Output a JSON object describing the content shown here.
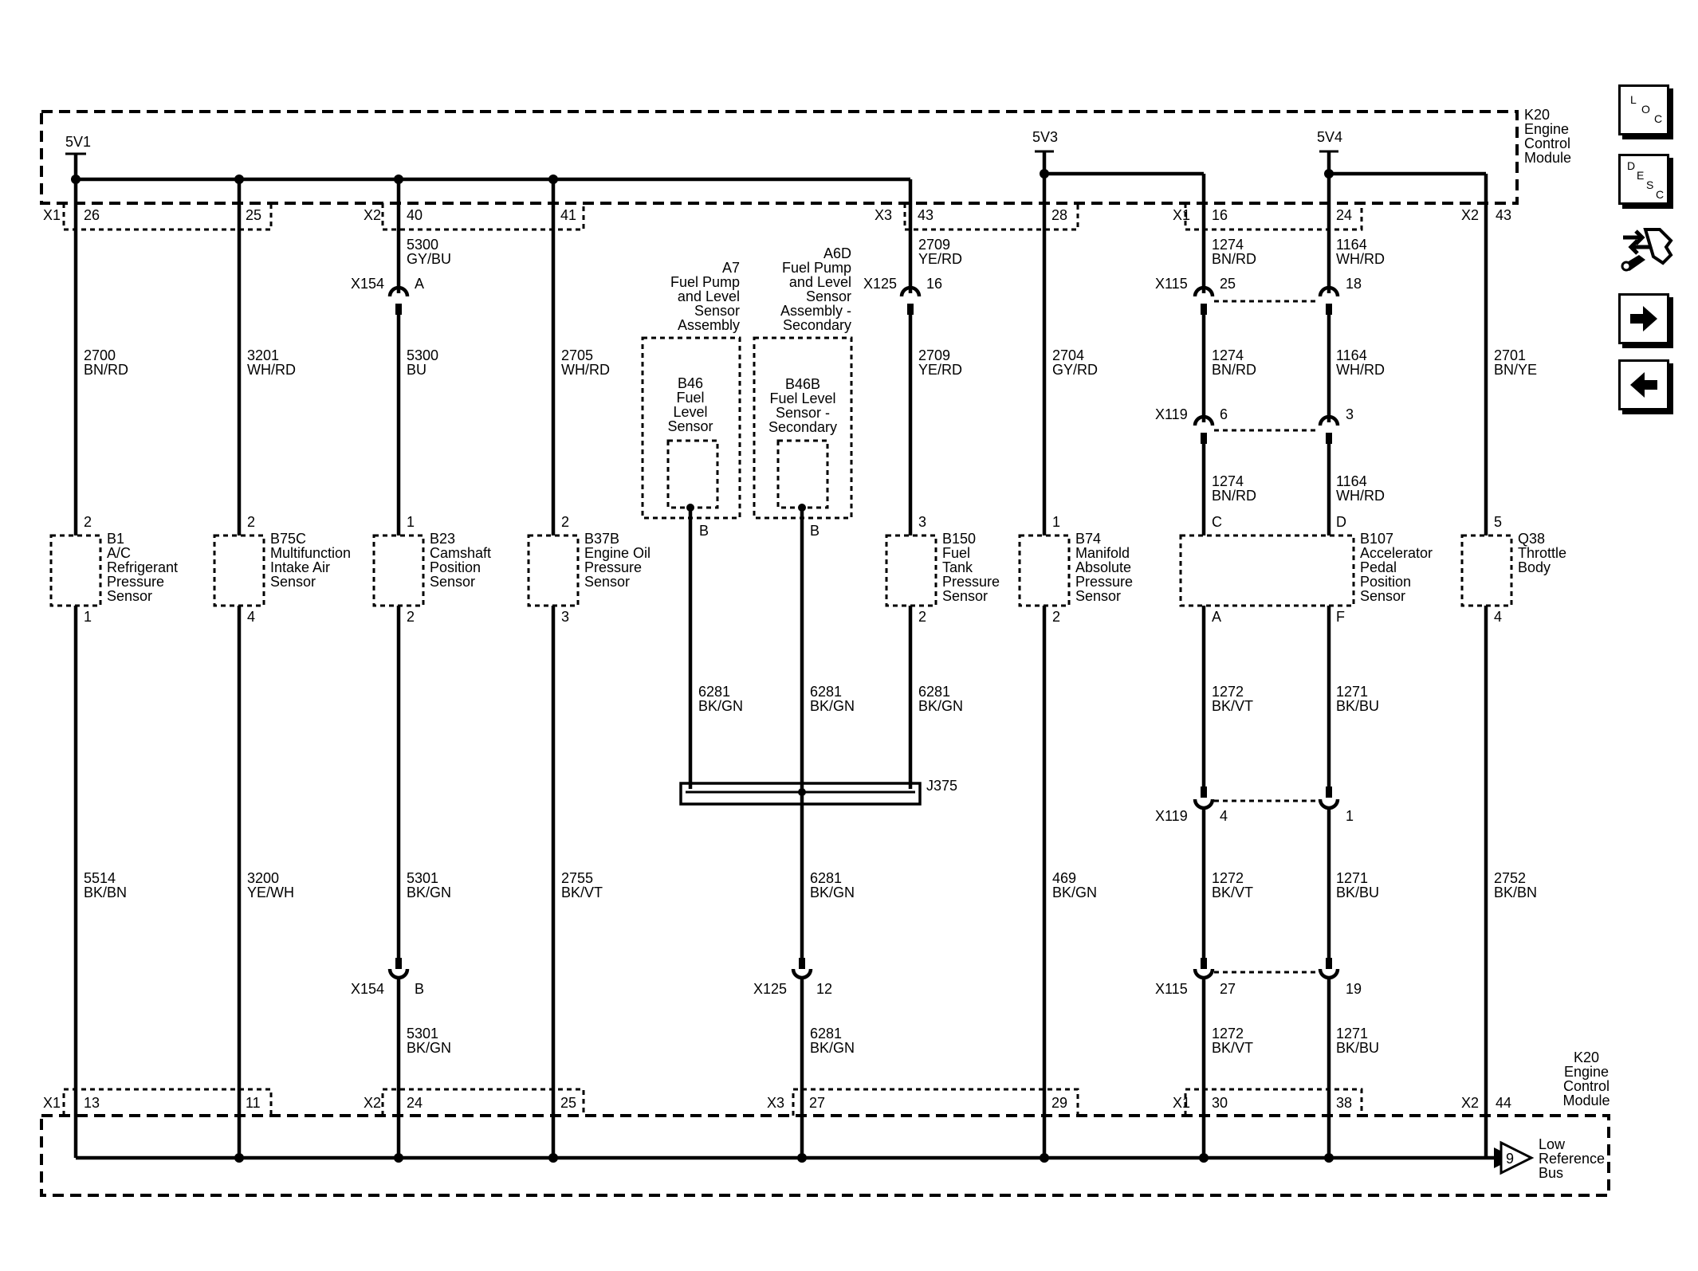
{
  "ecm_top": {
    "name": [
      "K20",
      "Engine",
      "Control",
      "Module"
    ]
  },
  "ecm_bottom": {
    "name": [
      "K20",
      "Engine",
      "Control",
      "Module"
    ]
  },
  "supplies": {
    "v1": "5V1",
    "v3": "5V3",
    "v4": "5V4"
  },
  "top_connectors": {
    "x1a": "X1",
    "x2a": "X2",
    "x3": "X3",
    "x1b": "X1",
    "x2b": "X2"
  },
  "top_pins": {
    "p26": "26",
    "p25": "25",
    "p40": "40",
    "p41": "41",
    "p43a": "43",
    "p28": "28",
    "p16": "16",
    "p24": "24",
    "p43b": "43"
  },
  "bottom_connectors": {
    "x1a": "X1",
    "x2a": "X2",
    "x3": "X3",
    "x1b": "X1",
    "x2b": "X2"
  },
  "bottom_pins": {
    "p13": "13",
    "p11": "11",
    "p24": "24",
    "p25": "25",
    "p27": "27",
    "p29": "29",
    "p30": "30",
    "p38": "38",
    "p44": "44"
  },
  "inline": {
    "x154_top": {
      "name": "X154",
      "pin": "A"
    },
    "x154_bot": {
      "name": "X154",
      "pin": "B"
    },
    "x125_top": {
      "name": "X125",
      "pin": "16"
    },
    "x125_bot": {
      "name": "X125",
      "pin": "12"
    },
    "x115_top": {
      "name": "X115",
      "pin_a": "25",
      "pin_b": "18"
    },
    "x119_top": {
      "name": "X119",
      "pin_a": "6",
      "pin_b": "3"
    },
    "x119_bot": {
      "name": "X119",
      "pin_a": "4",
      "pin_b": "1"
    },
    "x115_bot": {
      "name": "X115",
      "pin_a": "27",
      "pin_b": "19"
    }
  },
  "wires": {
    "w2700": [
      "2700",
      "BN/RD"
    ],
    "w5514": [
      "5514",
      "BK/BN"
    ],
    "w3201": [
      "3201",
      "WH/RD"
    ],
    "w3200": [
      "3200",
      "YE/WH"
    ],
    "w5300a": [
      "5300",
      "GY/BU"
    ],
    "w5300b": [
      "5300",
      "BU"
    ],
    "w5301a": [
      "5301",
      "BK/GN"
    ],
    "w5301b": [
      "5301",
      "BK/GN"
    ],
    "w2705": [
      "2705",
      "WH/RD"
    ],
    "w2755": [
      "2755",
      "BK/VT"
    ],
    "w6281a": [
      "6281",
      "BK/GN"
    ],
    "w6281b": [
      "6281",
      "BK/GN"
    ],
    "w6281c": [
      "6281",
      "BK/GN"
    ],
    "w6281d": [
      "6281",
      "BK/GN"
    ],
    "w6281e": [
      "6281",
      "BK/GN"
    ],
    "w2709a": [
      "2709",
      "YE/RD"
    ],
    "w2709b": [
      "2709",
      "YE/RD"
    ],
    "w2704": [
      "2704",
      "GY/RD"
    ],
    "w469": [
      "469",
      "BK/GN"
    ],
    "w1274a": [
      "1274",
      "BN/RD"
    ],
    "w1274b": [
      "1274",
      "BN/RD"
    ],
    "w1274c": [
      "1274",
      "BN/RD"
    ],
    "w1164a": [
      "1164",
      "WH/RD"
    ],
    "w1164b": [
      "1164",
      "WH/RD"
    ],
    "w1164c": [
      "1164",
      "WH/RD"
    ],
    "w1272a": [
      "1272",
      "BK/VT"
    ],
    "w1272b": [
      "1272",
      "BK/VT"
    ],
    "w1272c": [
      "1272",
      "BK/VT"
    ],
    "w1271a": [
      "1271",
      "BK/BU"
    ],
    "w1271b": [
      "1271",
      "BK/BU"
    ],
    "w1271c": [
      "1271",
      "BK/BU"
    ],
    "w2701": [
      "2701",
      "BN/YE"
    ],
    "w2752": [
      "2752",
      "BK/BN"
    ]
  },
  "components": {
    "b1": {
      "lines": [
        "B1",
        "A/C",
        "Refrigerant",
        "Pressure",
        "Sensor"
      ],
      "pin_top": "2",
      "pin_bot": "1"
    },
    "b75c": {
      "lines": [
        "B75C",
        "Multifunction",
        "Intake Air",
        "Sensor"
      ],
      "pin_top": "2",
      "pin_bot": "4"
    },
    "b23": {
      "lines": [
        "B23",
        "Camshaft",
        "Position",
        "Sensor"
      ],
      "pin_top": "1",
      "pin_bot": "2"
    },
    "b37b": {
      "lines": [
        "B37B",
        "Engine Oil",
        "Pressure",
        "Sensor"
      ],
      "pin_top": "2",
      "pin_bot": "3"
    },
    "a7": {
      "lines": [
        "A7",
        "Fuel Pump",
        "and Level",
        "Sensor",
        "Assembly"
      ]
    },
    "b46": {
      "lines": [
        "B46",
        "Fuel",
        "Level",
        "Sensor"
      ],
      "pin": "B"
    },
    "a6d": {
      "lines": [
        "A6D",
        "Fuel Pump",
        "and Level",
        "Sensor",
        "Assembly -",
        "Secondary"
      ]
    },
    "b46b": {
      "lines": [
        "B46B",
        "Fuel Level",
        "Sensor -",
        "Secondary"
      ],
      "pin": "B"
    },
    "b150": {
      "lines": [
        "B150",
        "Fuel",
        "Tank",
        "Pressure",
        "Sensor"
      ],
      "pin_top": "3",
      "pin_bot": "2"
    },
    "b74": {
      "lines": [
        "B74",
        "Manifold",
        "Absolute",
        "Pressure",
        "Sensor"
      ],
      "pin_top": "1",
      "pin_bot": "2"
    },
    "b107": {
      "lines": [
        "B107",
        "Accelerator",
        "Pedal",
        "Position",
        "Sensor"
      ],
      "pin_c": "C",
      "pin_d": "D",
      "pin_a": "A",
      "pin_f": "F"
    },
    "q38": {
      "lines": [
        "Q38",
        "Throttle",
        "Body"
      ],
      "pin_top": "5",
      "pin_bot": "4"
    }
  },
  "splice": {
    "name": "J375"
  },
  "low_ref": {
    "number": "9",
    "lines": [
      "Low",
      "Reference",
      "Bus"
    ]
  },
  "nav": {
    "loc": [
      "L",
      "O",
      "C"
    ],
    "desc": [
      "D",
      "E",
      "S",
      "C"
    ],
    "icons": [
      "connector-tool-icon",
      "arrow-right-icon",
      "arrow-left-icon"
    ]
  }
}
